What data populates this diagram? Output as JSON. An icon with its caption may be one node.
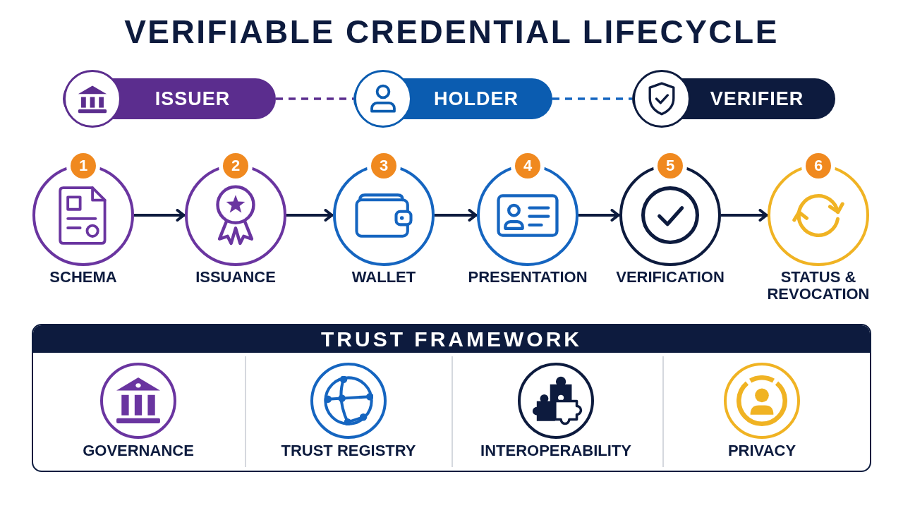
{
  "diagram": {
    "title": "VERIFIABLE CREDENTIAL LIFECYCLE",
    "nodes": [
      {
        "text": [
          "ISSUER"
        ]
      },
      {
        "text": [
          "HOLDER"
        ]
      },
      {
        "text": [
          "VERIFIER"
        ]
      },
      {
        "text": [
          "1",
          "SCHEMA"
        ]
      },
      {
        "text": [
          "2",
          "ISSUANCE"
        ]
      },
      {
        "text": [
          "3",
          "WALLET"
        ]
      },
      {
        "text": [
          "4",
          "PRESENTATION"
        ]
      },
      {
        "text": [
          "5",
          "VERIFICATION"
        ]
      },
      {
        "text": [
          "6",
          "STATUS & REVOCATION"
        ]
      },
      {
        "text": [
          "TRUST FRAMEWORK"
        ]
      },
      {
        "text": [
          "GOVERNANCE"
        ],
        "in": 9
      },
      {
        "text": [
          "TRUST REGISTRY"
        ],
        "in": 9
      },
      {
        "text": [
          "INTEROPERABILITY"
        ],
        "in": 9
      },
      {
        "text": [
          "PRIVACY"
        ],
        "in": 9
      }
    ],
    "edges": [
      {
        "from": 0,
        "to": 1,
        "arrow": "none",
        "style": "dashed",
        "color": "#5b2d8e"
      },
      {
        "from": 1,
        "to": 2,
        "arrow": "none",
        "style": "dashed",
        "color": "#1565c0"
      },
      {
        "from": 3,
        "to": 4,
        "arrow": "to"
      },
      {
        "from": 4,
        "to": 5,
        "arrow": "to"
      },
      {
        "from": 5,
        "to": 6,
        "arrow": "to"
      },
      {
        "from": 6,
        "to": 7,
        "arrow": "to"
      },
      {
        "from": 7,
        "to": 8,
        "arrow": "to"
      }
    ]
  }
}
